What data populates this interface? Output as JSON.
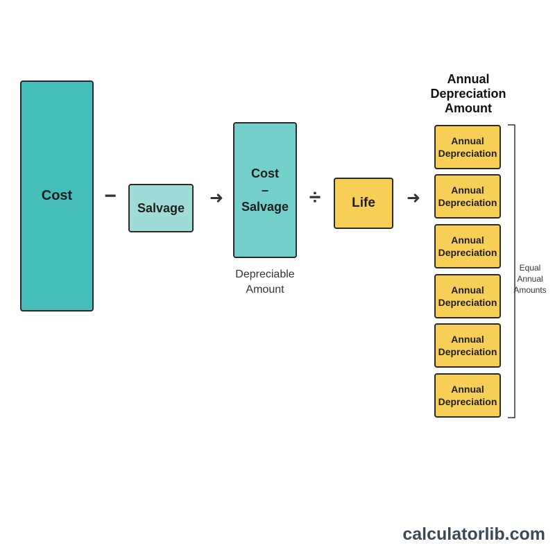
{
  "diagram": {
    "cost_label": "Cost",
    "minus_symbol": "−",
    "salvage_label": "Salvage",
    "arrow_symbol": "➜",
    "depreciable": {
      "line1": "Cost",
      "line2": "–",
      "line3": "Salvage",
      "caption_line1": "Depreciable",
      "caption_line2": "Amount"
    },
    "divide_symbol": "÷",
    "life_label": "Life",
    "result_header": [
      "Annual",
      "Depreciation",
      "Amount"
    ],
    "annual_boxes": [
      [
        "Annual",
        "Depreciation"
      ],
      [
        "Annual",
        "Depreciation"
      ],
      [
        "Annual",
        "Depreciation"
      ],
      [
        "Annual",
        "Depreciation"
      ],
      [
        "Annual",
        "Depreciation"
      ],
      [
        "Annual",
        "Depreciation"
      ]
    ],
    "bracket_note": [
      "Equal",
      "Annual",
      "Amounts"
    ]
  },
  "footer": {
    "brand": "calculatorlib.com"
  },
  "colors": {
    "teal_dark": "#45bdb8",
    "teal_light": "#9fdcd8",
    "teal_mid": "#72cfca",
    "yellow": "#f8cf56"
  }
}
